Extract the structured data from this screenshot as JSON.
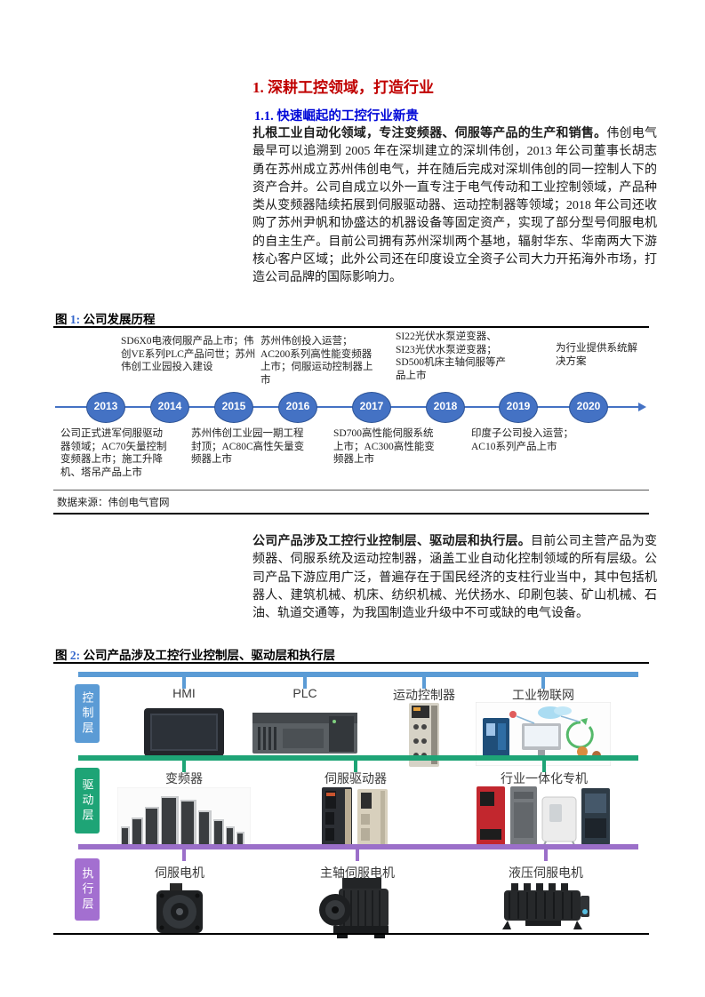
{
  "document": {
    "h1": "1. 深耕工控领域，打造行业",
    "h2": "1.1. 快速崛起的工控行业新贵",
    "para1_lead": "扎根工业自动化领域，专注变频器、伺服等产品的生产和销售。",
    "para1_rest": "伟创电气最早可以追溯到 2005 年在深圳建立的深圳伟创，2013 年公司董事长胡志勇在苏州成立苏州伟创电气，并在随后完成对深圳伟创的同一控制人下的资产合并。公司自成立以外一直专注于电气传动和工业控制领域，产品种类从变频器陆续拓展到伺服驱动器、运动控制器等领域；2018 年公司还收购了苏州尹帆和协盛达的机器设备等固定资产，实现了部分型号伺服电机的自主生产。目前公司拥有苏州深圳两个基地，辐射华东、华南两大下游核心客户区域；此外公司还在印度设立全资子公司大力开拓海外市场，打造公司品牌的国际影响力。",
    "para2_lead": "公司产品涉及工控行业控制层、驱动层和执行层。",
    "para2_rest": "目前公司主营产品为变频器、伺服系统及运动控制器，涵盖工业自动化控制领域的所有层级。公司产品下游应用广泛，普遍存在于国民经济的支柱行业当中，其中包括机器人、建筑机械、机床、纺织机械、光伏扬水、印刷包装、矿山机械、石油、轨道交通等，为我国制造业升级中不可或缺的电气设备。"
  },
  "figure1": {
    "caption_fig": "图",
    "caption_num": "1:",
    "caption_text": "公司发展历程",
    "source": "数据来源：伟创电气官网",
    "years": [
      "2013",
      "2014",
      "2015",
      "2016",
      "2017",
      "2018",
      "2019",
      "2020"
    ],
    "top_labels": [
      "SD6X0电液伺服产品上市；伟创VE系列PLC产品问世；苏州伟创工业园投入建设",
      "苏州伟创投入运营；AC200系列高性能变频器上市；伺服运动控制器上市",
      "SI22光伏水泵逆变器、SI23光伏水泵逆变器；SD500机床主轴伺服等产品上市",
      "为行业提供系统解决方案"
    ],
    "bottom_labels": [
      "公司正式进军伺服驱动器领域；AC70矢量控制变频器上市；施工升降机、塔吊产品上市",
      "苏州伟创工业园一期工程封顶；AC80C高性矢量变频器上市",
      "SD700高性能伺服系统上市；AC300高性能变频器上市",
      "印度子公司投入运营；AC10系列产品上市"
    ]
  },
  "figure2": {
    "caption_fig": "图",
    "caption_num": "2:",
    "caption_text": "公司产品涉及工控行业控制层、驱动层和执行层",
    "colors": {
      "control": "#5b9bd5",
      "drive": "#1ea476",
      "actuate": "#9b6fc9"
    },
    "layers": [
      {
        "name": "控制层",
        "items": [
          "HMI",
          "PLC",
          "运动控制器",
          "工业物联网"
        ]
      },
      {
        "name": "驱动层",
        "items": [
          "变频器",
          "伺服驱动器",
          "行业一体化专机"
        ]
      },
      {
        "name": "执行层",
        "items": [
          "伺服电机",
          "主轴伺服电机",
          "液压伺服电机"
        ]
      }
    ]
  }
}
